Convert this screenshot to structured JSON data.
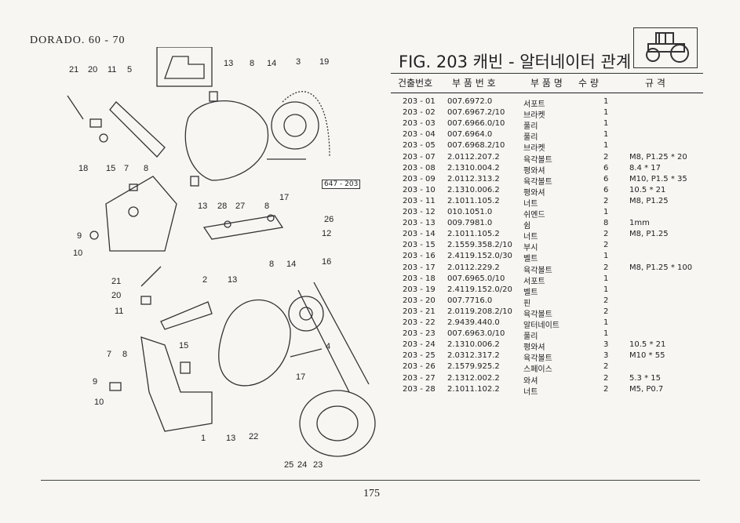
{
  "header": {
    "model": "DORADO. 60 - 70",
    "figure_title": "FIG. 203 캐빈 - 알터네이터 관계",
    "ref_code": "647 - 203"
  },
  "columns": {
    "no": "건출번호",
    "part_no": "부 품 번 호",
    "name": "부 품 명",
    "qty": "수 량",
    "spec": "규 격"
  },
  "parts": [
    {
      "no": "203 - 01",
      "part_no": "007.6972.0",
      "name": "서포트",
      "qty": "1",
      "spec": ""
    },
    {
      "no": "203 - 02",
      "part_no": "007.6967.2/10",
      "name": "브라켓",
      "qty": "1",
      "spec": ""
    },
    {
      "no": "203 - 03",
      "part_no": "007.6966.0/10",
      "name": "풀리",
      "qty": "1",
      "spec": ""
    },
    {
      "no": "203 - 04",
      "part_no": "007.6964.0",
      "name": "풀리",
      "qty": "1",
      "spec": ""
    },
    {
      "no": "203 - 05",
      "part_no": "007.6968.2/10",
      "name": "브라켓",
      "qty": "1",
      "spec": ""
    },
    {
      "no": "203 - 07",
      "part_no": "2.0112.207.2",
      "name": "육각볼트",
      "qty": "2",
      "spec": "M8, P1.25 * 20"
    },
    {
      "no": "203 - 08",
      "part_no": "2.1310.004.2",
      "name": "평와셔",
      "qty": "6",
      "spec": "8.4 * 17"
    },
    {
      "no": "203 - 09",
      "part_no": "2.0112.313.2",
      "name": "육각볼트",
      "qty": "6",
      "spec": "M10, P1.5 * 35"
    },
    {
      "no": "203 - 10",
      "part_no": "2.1310.006.2",
      "name": "평와셔",
      "qty": "6",
      "spec": "10.5 * 21"
    },
    {
      "no": "203 - 11",
      "part_no": "2.1011.105.2",
      "name": "너트",
      "qty": "2",
      "spec": "M8, P1.25"
    },
    {
      "no": "203 - 12",
      "part_no": "010.1051.0",
      "name": "쉬멘드",
      "qty": "1",
      "spec": ""
    },
    {
      "no": "203 - 13",
      "part_no": "009.7981.0",
      "name": "쉼",
      "qty": "8",
      "spec": "1mm"
    },
    {
      "no": "203 - 14",
      "part_no": "2.1011.105.2",
      "name": "너트",
      "qty": "2",
      "spec": "M8, P1.25"
    },
    {
      "no": "203 - 15",
      "part_no": "2.1559.358.2/10",
      "name": "부시",
      "qty": "2",
      "spec": ""
    },
    {
      "no": "203 - 16",
      "part_no": "2.4119.152.0/30",
      "name": "벨트",
      "qty": "1",
      "spec": ""
    },
    {
      "no": "203 - 17",
      "part_no": "2.0112.229.2",
      "name": "육각볼트",
      "qty": "2",
      "spec": "M8, P1.25 * 100"
    },
    {
      "no": "203 - 18",
      "part_no": "007.6965.0/10",
      "name": "서포트",
      "qty": "1",
      "spec": ""
    },
    {
      "no": "203 - 19",
      "part_no": "2.4119.152.0/20",
      "name": "벨트",
      "qty": "1",
      "spec": ""
    },
    {
      "no": "203 - 20",
      "part_no": "007.7716.0",
      "name": "핀",
      "qty": "2",
      "spec": ""
    },
    {
      "no": "203 - 21",
      "part_no": "2.0119.208.2/10",
      "name": "육각볼트",
      "qty": "2",
      "spec": ""
    },
    {
      "no": "203 - 22",
      "part_no": "2.9439.440.0",
      "name": "알터네이트",
      "qty": "1",
      "spec": ""
    },
    {
      "no": "203 - 23",
      "part_no": "007.6963.0/10",
      "name": "풀리",
      "qty": "1",
      "spec": ""
    },
    {
      "no": "203 - 24",
      "part_no": "2.1310.006.2",
      "name": "평와셔",
      "qty": "3",
      "spec": "10.5 * 21"
    },
    {
      "no": "203 - 25",
      "part_no": "2.0312.317.2",
      "name": "육각볼트",
      "qty": "3",
      "spec": "M10 * 55"
    },
    {
      "no": "203 - 26",
      "part_no": "2.1579.925.2",
      "name": "스페이스",
      "qty": "2",
      "spec": ""
    },
    {
      "no": "203 - 27",
      "part_no": "2.1312.002.2",
      "name": "와셔",
      "qty": "2",
      "spec": "5.3 * 15"
    },
    {
      "no": "203 - 28",
      "part_no": "2.1011.102.2",
      "name": "너트",
      "qty": "2",
      "spec": "M5, P0.7"
    }
  ],
  "callouts": {
    "a21": "21",
    "a20": "20",
    "a11": "11",
    "a5": "5",
    "a13": "13",
    "a8": "8",
    "a14": "14",
    "a3": "3",
    "a19": "19",
    "b18": "18",
    "b15": "15",
    "b7": "7",
    "b8": "8",
    "b9": "9",
    "b10": "10",
    "b13": "13",
    "b28": "28",
    "b27": "27",
    "b8b": "8",
    "b17": "17",
    "b26": "26",
    "b12": "12",
    "c21": "21",
    "c2": "2",
    "c13": "13",
    "c8": "8",
    "c14": "14",
    "c16": "16",
    "c20": "20",
    "c11": "11",
    "c7": "7",
    "c8b": "8",
    "c15": "15",
    "c9": "9",
    "c10": "10",
    "c4": "4",
    "c17": "17",
    "c1": "1",
    "c13b": "13",
    "c22": "22",
    "c25": "25",
    "c24": "24",
    "c23": "23"
  },
  "page_number": "175"
}
